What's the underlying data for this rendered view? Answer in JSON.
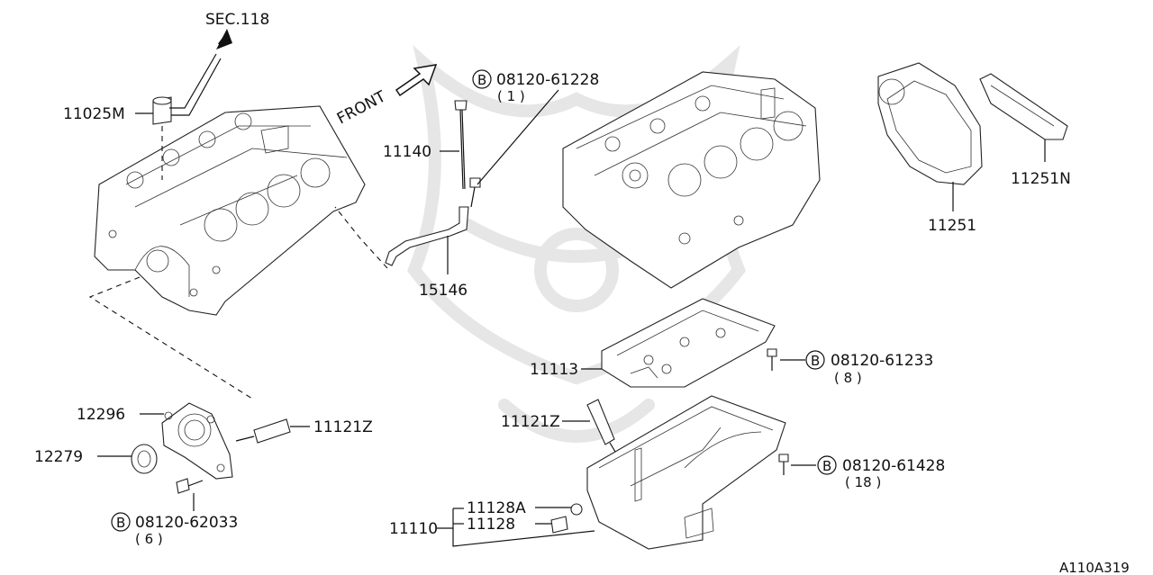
{
  "diagram_id": "A110A319",
  "section_ref": "SEC.118",
  "front_label": "FRONT",
  "bolt_symbol": "B",
  "parts": {
    "p11025M": "11025M",
    "p11140": "11140",
    "p15146": "15146",
    "p11251": "11251",
    "p11251N": "11251N",
    "p11113": "11113",
    "p11121Z_top": "11121Z",
    "p11121Z_pan": "11121Z",
    "p12296": "12296",
    "p12279": "12279",
    "p11110": "11110",
    "p11128A": "11128A",
    "p11128": "11128"
  },
  "bolts": {
    "b1": {
      "code": "08120-61228",
      "qty": "( 1 )"
    },
    "b2": {
      "code": "08120-61233",
      "qty": "( 8 )"
    },
    "b3": {
      "code": "08120-61428",
      "qty": "( 18 )"
    },
    "b4": {
      "code": "08120-62033",
      "qty": "( 6 )"
    }
  }
}
